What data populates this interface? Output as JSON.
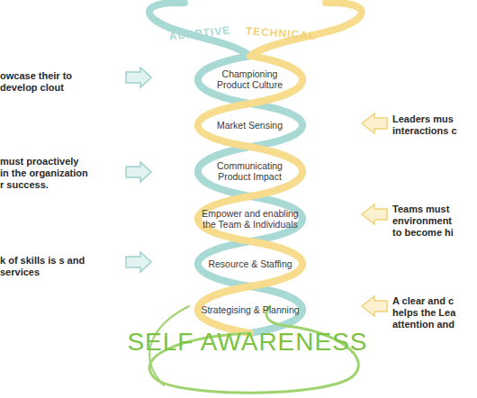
{
  "diagram": {
    "labels": [
      "ADAPTIVE",
      "TECHNICAL",
      "owcase their to develop clout",
      "Championing Product Culture",
      "Leaders mus interactions c",
      "Market Sensing",
      "must proactively in the organization r success.",
      "Communicating Product Impact",
      "Teams must environment to become hi",
      "Empower and enabling the Team & Individuals",
      "k of skills is s and services",
      "Resource & Staffing",
      "A clear and c helps the Lea attention and",
      "Strategising & Planning",
      "SELF AWARENESS"
    ]
  }
}
